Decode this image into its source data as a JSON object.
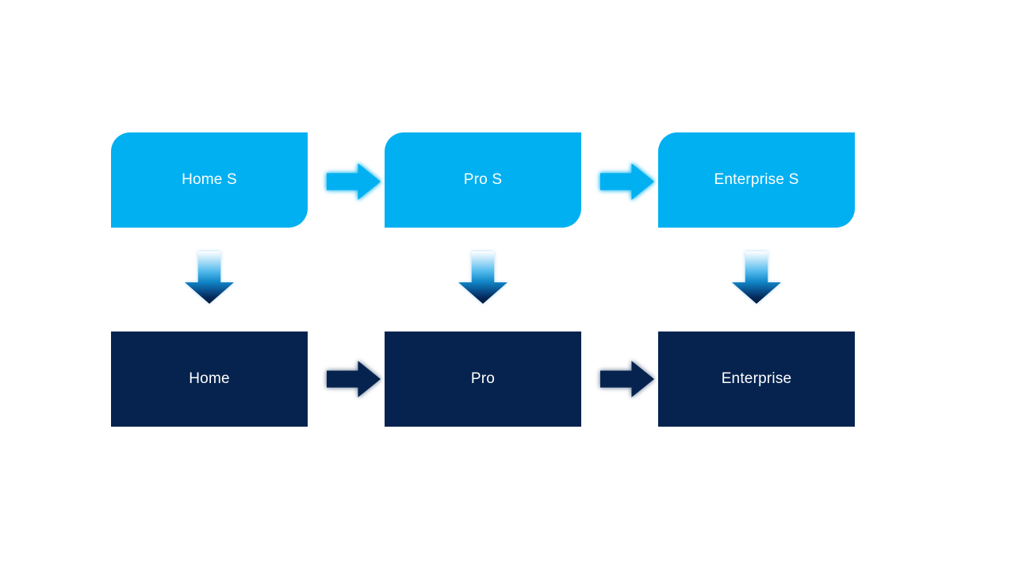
{
  "diagram": {
    "type": "process-flow",
    "background_color": "#ffffff",
    "colors": {
      "primary_light_blue": "#00b0f0",
      "secondary_dark_navy": "#05234e",
      "label_text": "#ffffff",
      "down_arrow_gradient_top": "#ffffff",
      "down_arrow_gradient_bottom": "#03193a"
    },
    "top_row": {
      "nodes": [
        {
          "label": "Home S"
        },
        {
          "label": "Pro S"
        },
        {
          "label": "Enterprise S"
        }
      ]
    },
    "bottom_row": {
      "nodes": [
        {
          "label": "Home"
        },
        {
          "label": "Pro"
        },
        {
          "label": "Enterprise"
        }
      ]
    },
    "connections": {
      "horizontal_top": [
        "Home S to Pro S",
        "Pro S to Enterprise S"
      ],
      "horizontal_bottom": [
        "Home to Pro",
        "Pro to Enterprise"
      ],
      "vertical": [
        "Home S to Home",
        "Pro S to Pro",
        "Enterprise S to Enterprise"
      ]
    }
  }
}
